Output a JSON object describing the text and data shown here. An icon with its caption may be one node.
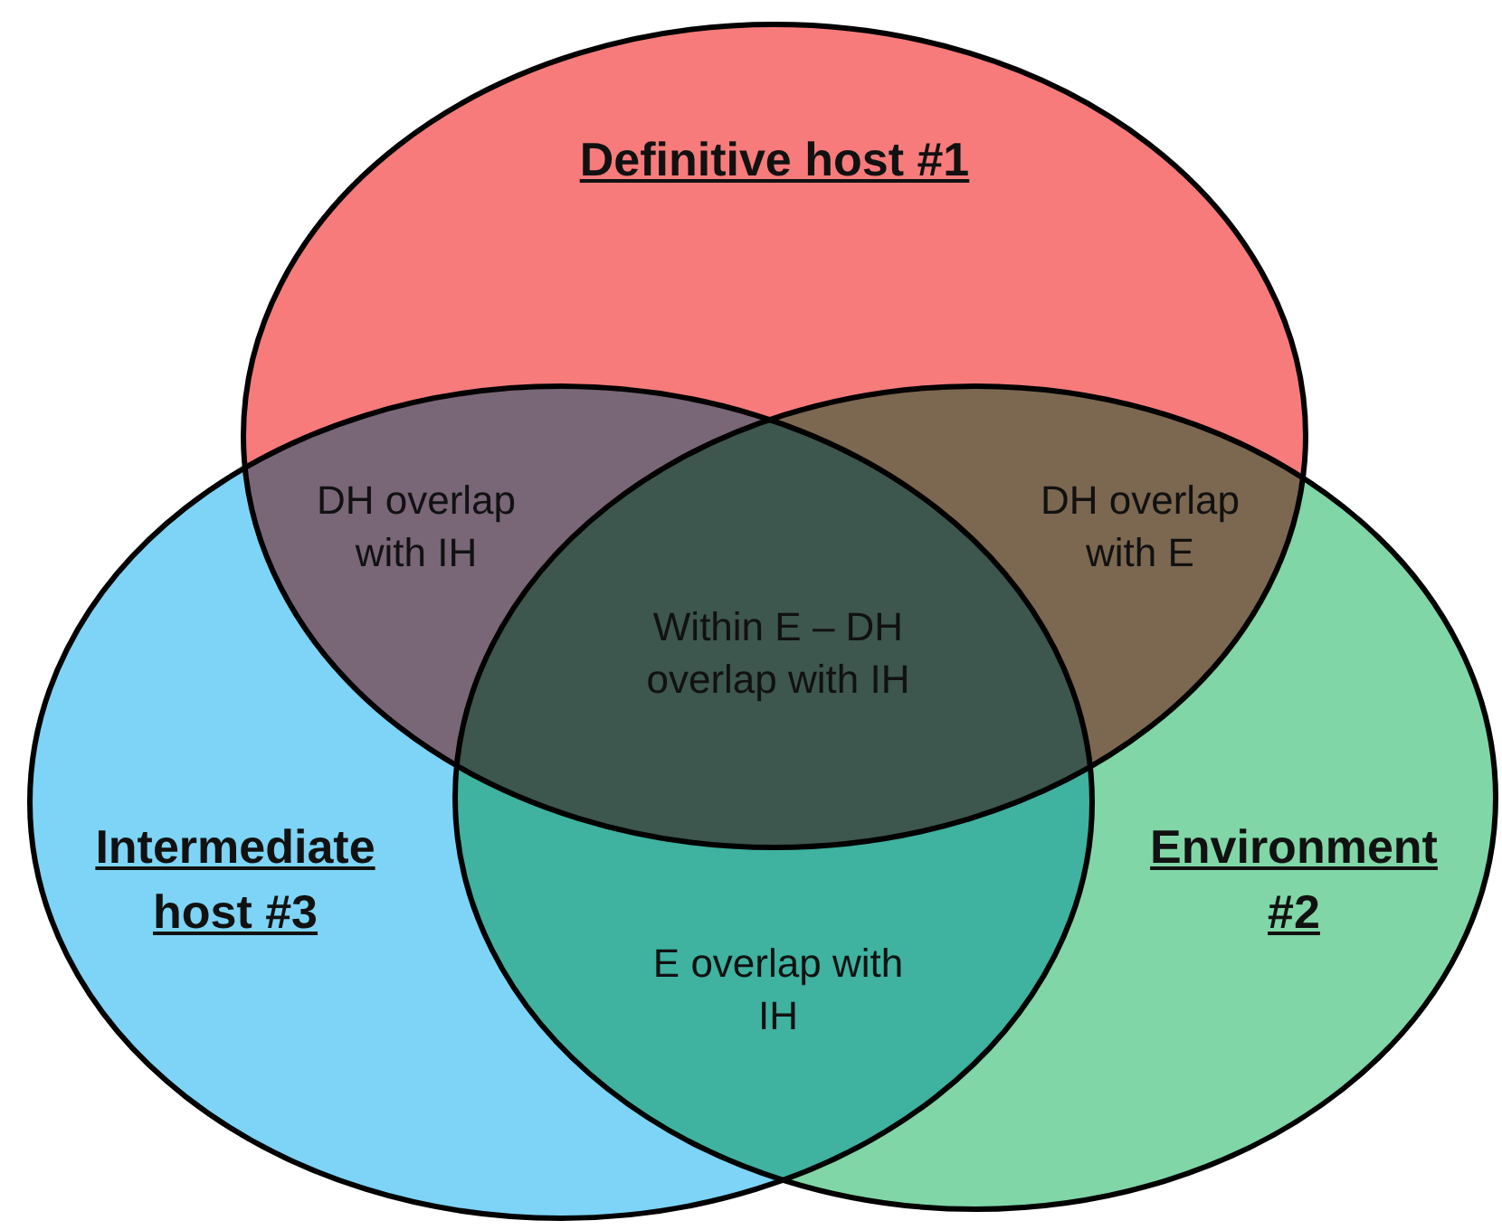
{
  "diagram": {
    "nodes": [
      {
        "text": [
          "Definitive host #1"
        ]
      },
      {
        "text": [
          "Intermediate host #3"
        ]
      },
      {
        "text": [
          "Environment #2"
        ]
      }
    ],
    "labels": [
      "DH overlap with IH",
      "DH overlap with E",
      "Within E – DH overlap with IH",
      "E overlap with IH"
    ]
  }
}
